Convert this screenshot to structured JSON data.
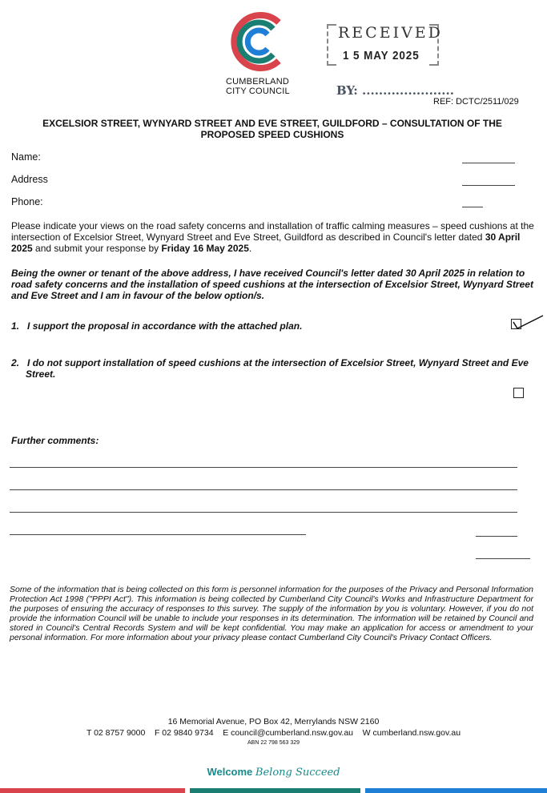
{
  "header": {
    "logo_text_line1": "CUMBERLAND",
    "logo_text_line2": "CITY COUNCIL",
    "stamp_title": "RECEIVED",
    "stamp_date": "1 5 MAY 2025",
    "by_label": "BY: ......................",
    "ref": "REF: DCTC/2511/029"
  },
  "title": "EXCELSIOR STREET, WYNYARD STREET AND EVE STREET, GUILDFORD – CONSULTATION OF THE PROPOSED SPEED CUSHIONS",
  "fields": {
    "name": "Name:",
    "address": "Address",
    "phone": "Phone:"
  },
  "intro": {
    "text": "Please indicate your views on the road safety concerns and installation of traffic calming measures – speed cushions at the intersection of Excelsior Street, Wynyard Street and Eve Street, Guildford as described in Council's letter dated ",
    "date1": "30 April 2025",
    "mid": " and submit your response by ",
    "date2": "Friday 16 May 2025",
    "end": "."
  },
  "declaration": "Being the owner or tenant of the above address, I have received Council's letter dated 30 April 2025 in relation to road safety concerns and the installation of speed cushions at the intersection of Excelsior Street, Wynyard Street and Eve Street and I am in favour of the below option/s.",
  "options": [
    {
      "num": "1.",
      "text": "I support the proposal in accordance with the attached plan.",
      "checked": true
    },
    {
      "num": "2.",
      "text": "I do not support installation of speed cushions at the intersection of Excelsior Street, Wynyard Street and Eve Street.",
      "checked": false
    }
  ],
  "comments_label": "Further comments:",
  "privacy": "Some of the information that is being collected on this form is personnel information for the purposes of the Privacy and Personal Information Protection Act 1998 (\"PPPI Act\"). This information is being collected by Cumberland City Council's Works and Infrastructure Department for the purposes of ensuring the accuracy of responses to this survey. The supply of the information by you is voluntary. However, if you do not provide the information Council will be unable to include your responses in its determination. The information will be retained by Council and stored in Council's Central Records System and will be kept confidential. You may make an application for access or amendment to your personal information. For more information about your privacy please contact Cumberland City Council's Privacy Contact Officers.",
  "footer": {
    "address": "16 Memorial Avenue, PO Box 42, Merrylands NSW 2160",
    "contacts": "T 02 8757 9000    F 02 9840 9734    E council@cumberland.nsw.gov.au    W cumberland.nsw.gov.au",
    "abn": "ABN 22 798 563 329",
    "slogan_bold": "Welcome",
    "slogan_italic": "Belong Succeed"
  },
  "colors": {
    "red": "#d9444c",
    "teal": "#1a7f72",
    "blue": "#1f7fd6"
  }
}
